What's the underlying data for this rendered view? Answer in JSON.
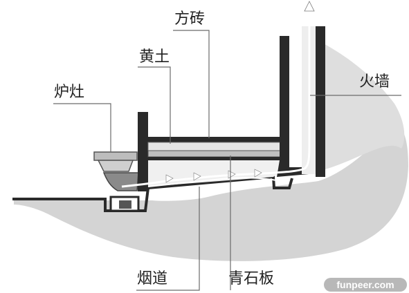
{
  "labels": {
    "fangzhuan": "方砖",
    "huangtu": "黄土",
    "luzao": "炉灶",
    "huoqiang": "火墙",
    "yandao": "烟道",
    "qingshiban": "青石板"
  },
  "watermark": "funpeer.com",
  "colors": {
    "ground_fill": "#d4d4d4",
    "structure": "#2a2a2a",
    "leader_line": "#6a6a6a",
    "flow_arrow": "#ffffff"
  }
}
